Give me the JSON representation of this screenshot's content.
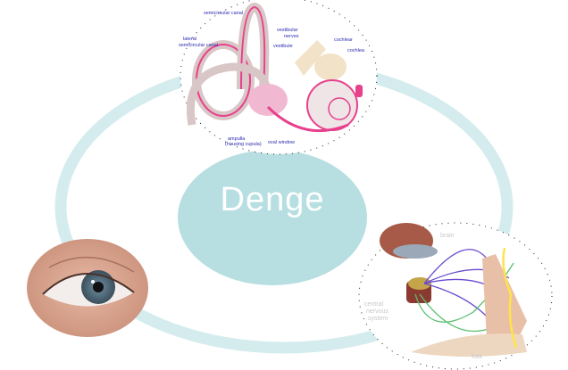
{
  "center": {
    "label": "Denge"
  },
  "ear": {
    "labels": [
      "semicircular canal",
      "lateral semicircular canal",
      "vestibular nerves",
      "vestibule",
      "cochlear",
      "cochlea",
      "ampulla",
      "(housing cupula)",
      "oval window"
    ]
  },
  "nerve": {
    "labels": [
      "brain",
      "central nervous system",
      "foot"
    ]
  },
  "colors": {
    "ring": "#d5ecee",
    "center": "#b7dee1",
    "accent": "#e8408c"
  }
}
